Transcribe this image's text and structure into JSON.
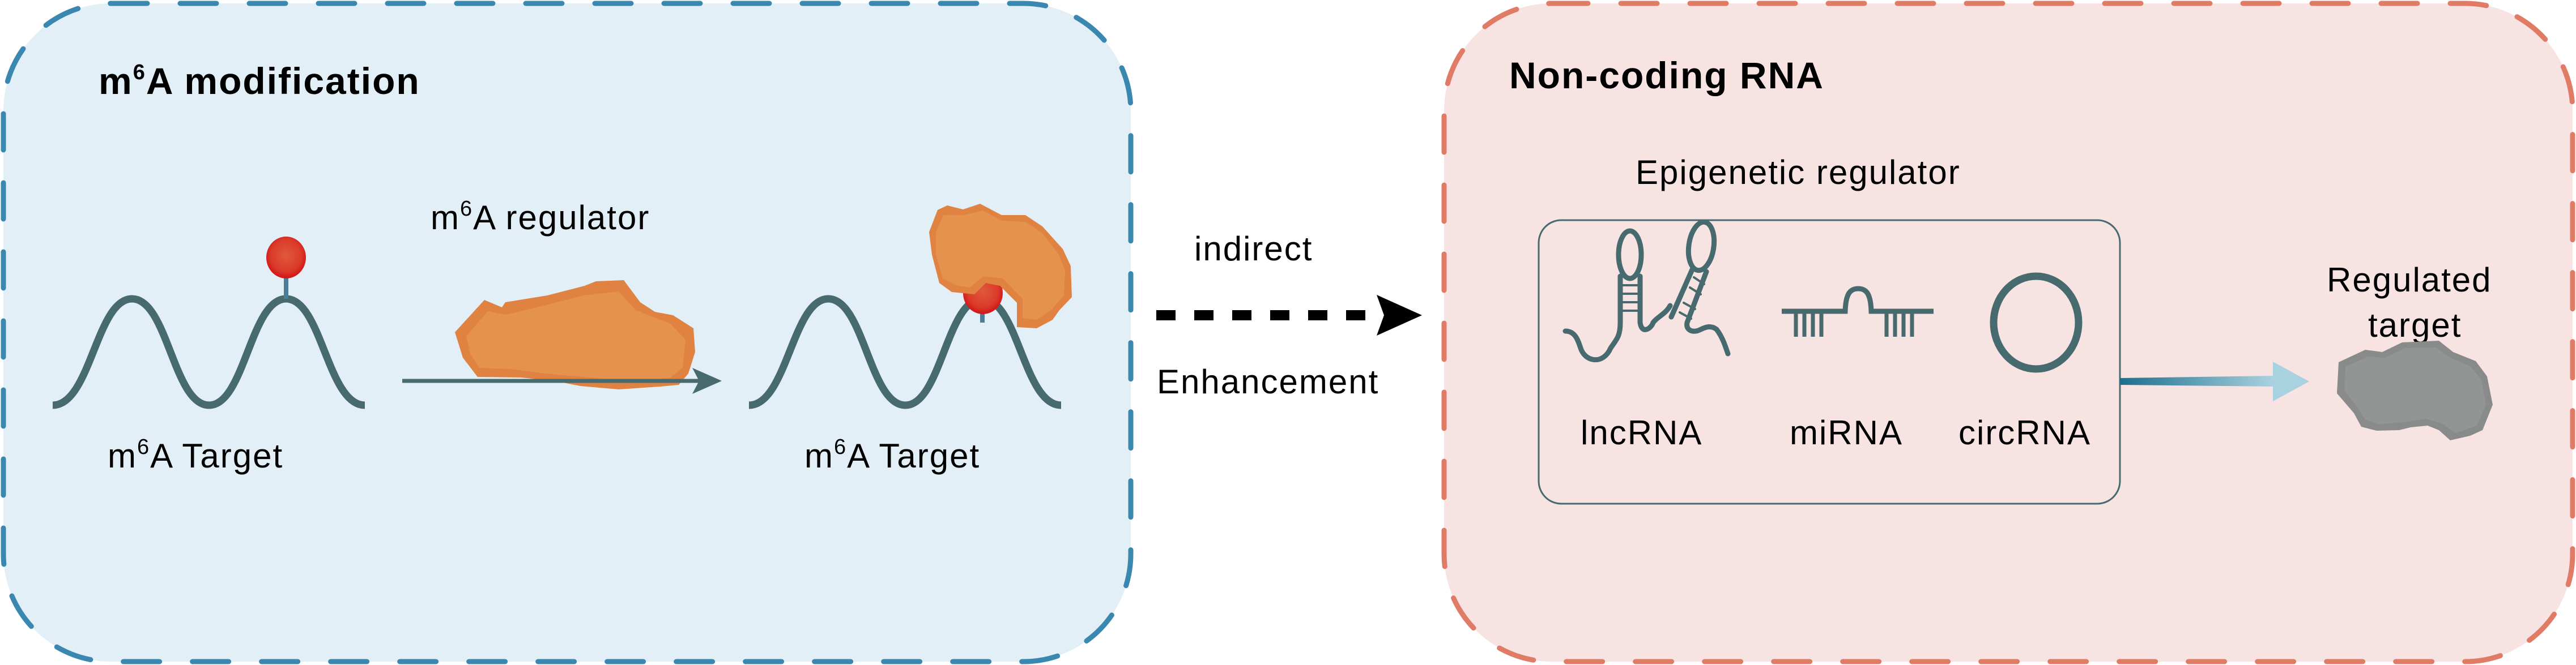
{
  "left_panel": {
    "title_prefix": "m",
    "title_sup": "6",
    "title_suffix": "A modification",
    "regulator_prefix": "m",
    "regulator_sup": "6",
    "regulator_suffix": "A regulator",
    "target_before": {
      "prefix": "m",
      "sup": "6",
      "suffix": "A Target"
    },
    "target_after": {
      "prefix": "m",
      "sup": "6",
      "suffix": "A Target"
    },
    "fill_color": "#e2eff7",
    "border_color": "#3a87b0"
  },
  "connector": {
    "top_label": "indirect",
    "bottom_label": "Enhancement",
    "arrow_style": "dashed",
    "arrow_color": "#000000"
  },
  "right_panel": {
    "title": "Non-coding RNA",
    "group_label": "Epigenetic regulator",
    "ncrna_types": [
      {
        "label": "lncRNA",
        "icon": "lncrna-hairpin-icon"
      },
      {
        "label": "miRNA",
        "icon": "mirna-duplex-icon"
      },
      {
        "label": "circRNA",
        "icon": "circrna-ring-icon"
      }
    ],
    "target_label_line1": "Regulated",
    "target_label_line2": "target",
    "fill_color": "#f8e3e3",
    "border_color": "#e07b66"
  },
  "colors": {
    "rna_strand": "#466a6d",
    "m6a_mark": "#d9261f",
    "stem": "#4d7c96",
    "regulator_protein": "#e6924f",
    "regulator_protein_shade": "#df8242",
    "target_protein": "#8f9190",
    "gradient_arrow_start": "#1e6e8c",
    "gradient_arrow_end": "#a9d2e0"
  }
}
